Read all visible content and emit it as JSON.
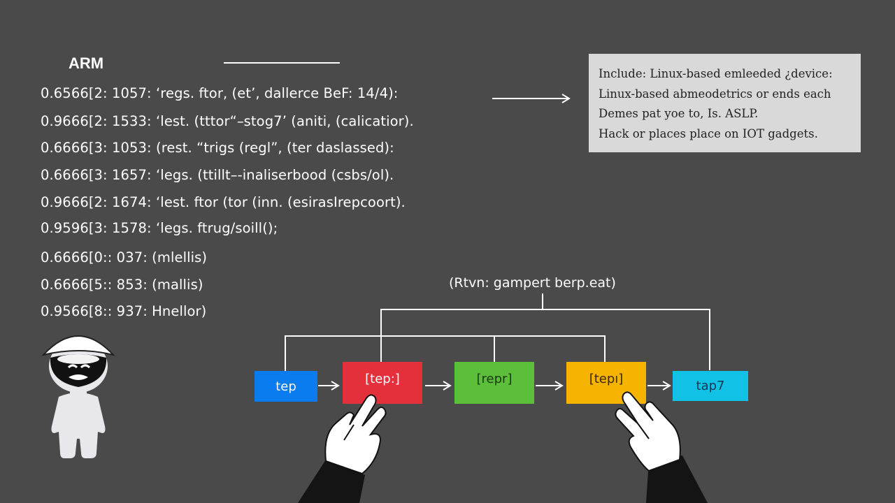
{
  "heading": "ARM",
  "log_lines": [
    "0.6566[2: 1057: ‘regs. ftor, (et’, dallerce BeF: 14/4):",
    "0.9666[2: 1533: ‘lest. (tttor“–stog7’ (aniti, (calicatior).",
    "0.6666[3: 1053: (rest. “trigs (regl”, (ter daslassed):",
    "0.6666[3: 1657: ‘legs. (ttillt–-inaliserbood (csbs/ol).",
    "0.9666[2: 1674: ‘lest. ftor (tor (inn. (esirasIrepcoort).",
    "0.9596[3: 1578: ‘legs. ftrug/soill();",
    "0.6666[0:: 037: (mlellis)",
    "0.6666[5:: 853: (mallis)",
    "0.9566[8:: 937: Hnellor)"
  ],
  "info_box": {
    "lines": [
      "Include: Linux-based emleeded ¿device:",
      "Linux-based abmeodetrics or ends each",
      "Demes pat yoe to, Is. ASLP.",
      "Hack or places place on IOT gadgets."
    ]
  },
  "flow": {
    "label": "(Rtvn: gampert berp.eat)",
    "steps": [
      {
        "label": "tep",
        "color": "#0a7cf0",
        "text_color": "#ffffff"
      },
      {
        "label": "[tep:]",
        "color": "#e3303a",
        "text_color": "#ffffff"
      },
      {
        "label": "[repr]",
        "color": "#5cbf3a",
        "text_color": "#1c3a10"
      },
      {
        "label": "[tepı]",
        "color": "#f6b400",
        "text_color": "#3a2a00"
      },
      {
        "label": "tap7",
        "color": "#12c2e6",
        "text_color": "#0b3a50"
      }
    ]
  },
  "colors": {
    "background": "#4a4a4a",
    "info_box_bg": "#d9d9d9",
    "info_text": "#222222"
  },
  "icons": {
    "hacker": "hooded-hacker-figure-icon",
    "hands": "pointing-hand-icon",
    "arrow": "arrow-right-icon"
  }
}
